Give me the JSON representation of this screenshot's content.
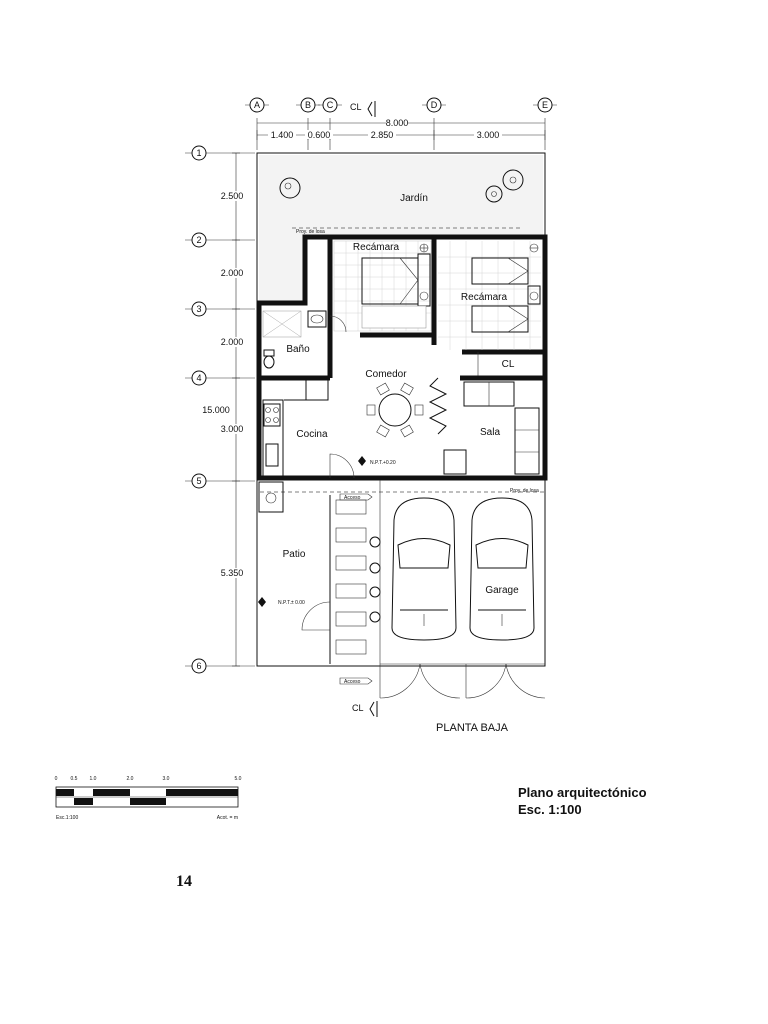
{
  "grid_axes_horizontal": [
    "A",
    "B",
    "C",
    "D",
    "E"
  ],
  "grid_axes_vertical": [
    "1",
    "2",
    "3",
    "4",
    "5",
    "6"
  ],
  "axis_marker": "CL",
  "top_dimensions": {
    "overall": "8.000",
    "segments": [
      "1.400",
      "0.600",
      "2.850",
      "3.000"
    ]
  },
  "left_dimensions": {
    "overall": "15.000",
    "segments": [
      "2.500",
      "2.000",
      "2.000",
      "3.000",
      "5.350"
    ]
  },
  "rooms": {
    "garden": "Jardín",
    "bedroom_1": "Recámara",
    "bedroom_2": "Recámara",
    "closet": "CL",
    "bathroom": "Baño",
    "dining": "Comedor",
    "kitchen": "Cocina",
    "living": "Sala",
    "patio": "Patio",
    "garage": "Garage"
  },
  "annotations": {
    "projection_slab_top": "Proy. de losa",
    "projection_slab_bottom": "Proy. de losa",
    "floor_level_interior": "N.P.T.+0.20",
    "floor_level_patio": "N.P.T.± 0.00",
    "access_1": "Acceso",
    "access_2": "Acceso"
  },
  "drawing_title": "PLANTA BAJA",
  "scale_bar": {
    "ticks": [
      "0",
      "0.5",
      "1.0",
      "2.0",
      "3.0",
      "5.0"
    ],
    "left_caption": "Esc.1:100",
    "right_caption": "Acot. = m"
  },
  "title_block": {
    "line1": "Plano arquitectónico",
    "line2": "Esc. 1:100"
  },
  "page_number": "14"
}
